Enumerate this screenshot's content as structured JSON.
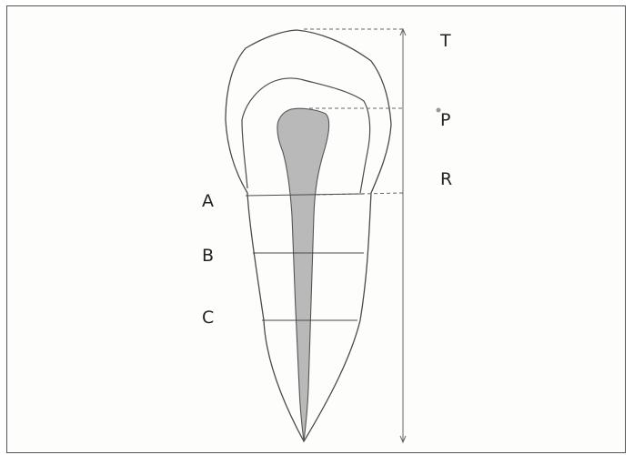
{
  "labels": {
    "T": "T",
    "P": "P",
    "R": "R",
    "A": "A",
    "B": "B",
    "C": "C"
  },
  "colors": {
    "outline": "#4a4a4a",
    "pulp_fill": "#b9b9b9",
    "pulp_stroke": "#555555",
    "dashed": "#666666",
    "border": "#555555"
  }
}
